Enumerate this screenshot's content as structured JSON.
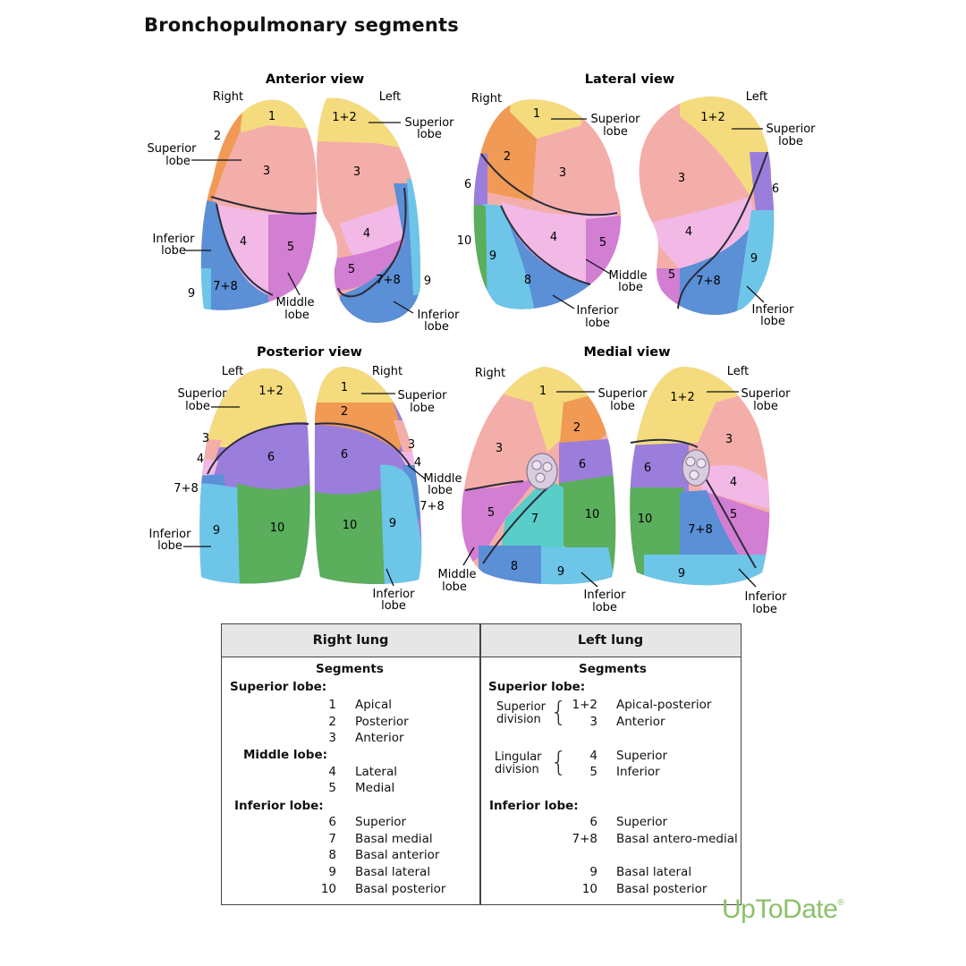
{
  "title": "Bronchopulmonary segments",
  "views": {
    "anterior": {
      "title": "Anterior view",
      "side_a": "Right",
      "side_b": "Left"
    },
    "lateral": {
      "title": "Lateral view",
      "side_a": "Right",
      "side_b": "Left"
    },
    "posterior": {
      "title": "Posterior view",
      "side_a": "Left",
      "side_b": "Right"
    },
    "medial": {
      "title": "Medial view",
      "side_a": "Right",
      "side_b": "Left"
    }
  },
  "labels": {
    "superior": "Superior",
    "inferior": "Inferior",
    "middle": "Middle",
    "lobe": "lobe"
  },
  "colors": {
    "s1": "#f4dc7e",
    "s2": "#f09a55",
    "s3": "#f4aeaa",
    "s4": "#f2b9e6",
    "s5": "#d27ed2",
    "s6": "#9b7edb",
    "s7": "#59cdc7",
    "s8": "#5b8fd6",
    "s9": "#6dc6e8",
    "s10": "#5aae5c",
    "hilum": "#d8cce0",
    "fissure": "#2b2b3a"
  },
  "table": {
    "right_header": "Right lung",
    "left_header": "Left lung",
    "segments_label": "Segments",
    "right": {
      "superior_lobe": "Superior lobe:",
      "middle_lobe": "Middle lobe:",
      "inferior_lobe": "Inferior lobe:",
      "rows": [
        {
          "n": "1",
          "name": "Apical"
        },
        {
          "n": "2",
          "name": "Posterior"
        },
        {
          "n": "3",
          "name": "Anterior"
        },
        {
          "n": "4",
          "name": "Lateral"
        },
        {
          "n": "5",
          "name": "Medial"
        },
        {
          "n": "6",
          "name": "Superior"
        },
        {
          "n": "7",
          "name": "Basal medial"
        },
        {
          "n": "8",
          "name": "Basal anterior"
        },
        {
          "n": "9",
          "name": "Basal lateral"
        },
        {
          "n": "10",
          "name": "Basal posterior"
        }
      ]
    },
    "left": {
      "superior_lobe": "Superior lobe:",
      "superior_division_1": "Superior",
      "superior_division_2": "division",
      "lingular_division_1": "Lingular",
      "lingular_division_2": "division",
      "inferior_lobe": "Inferior lobe:",
      "rows": [
        {
          "n": "1+2",
          "name": "Apical-posterior"
        },
        {
          "n": "3",
          "name": "Anterior"
        },
        {
          "n": "4",
          "name": "Superior"
        },
        {
          "n": "5",
          "name": "Inferior"
        },
        {
          "n": "6",
          "name": "Superior"
        },
        {
          "n": "7+8",
          "name": "Basal antero-medial"
        },
        {
          "n": "9",
          "name": "Basal lateral"
        },
        {
          "n": "10",
          "name": "Basal posterior"
        }
      ]
    }
  },
  "logo": "UpToDate",
  "logo_mark": "®"
}
